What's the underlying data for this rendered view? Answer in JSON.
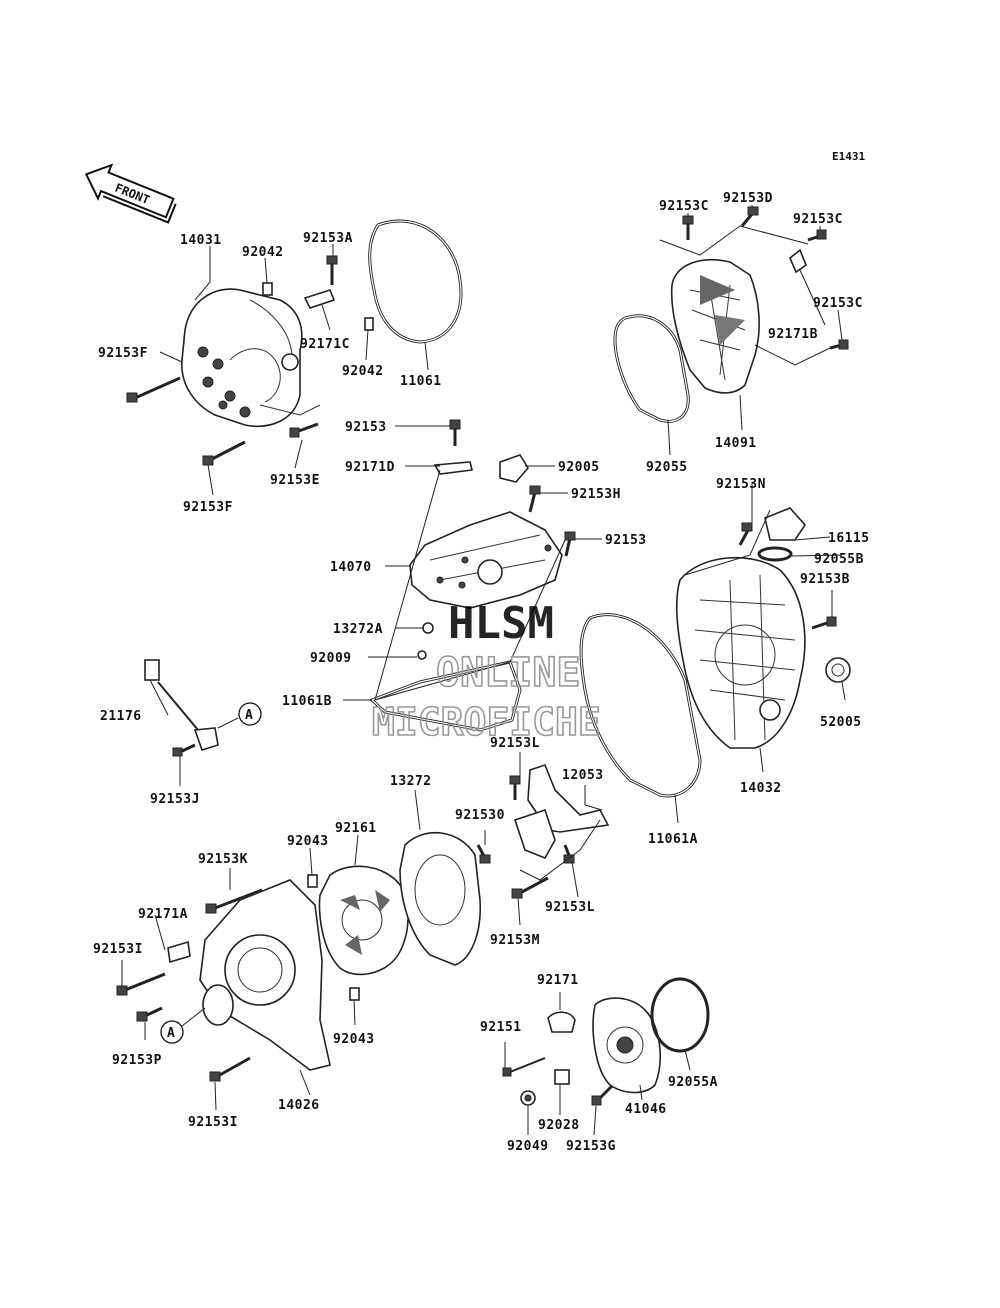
{
  "diagram": {
    "code": "E1431",
    "front_label": "FRONT",
    "watermark": {
      "line1": "HLSM",
      "line2": "ONLINE",
      "line3": "MICROFICHE"
    },
    "callout_marker": "A",
    "parts": [
      {
        "id": "p1",
        "label": "14031"
      },
      {
        "id": "p2",
        "label": "92042"
      },
      {
        "id": "p3",
        "label": "92153A"
      },
      {
        "id": "p4",
        "label": "92171C"
      },
      {
        "id": "p5",
        "label": "92042"
      },
      {
        "id": "p6",
        "label": "11061"
      },
      {
        "id": "p7",
        "label": "92153F"
      },
      {
        "id": "p8",
        "label": "92153E"
      },
      {
        "id": "p9",
        "label": "92153F"
      },
      {
        "id": "p10",
        "label": "92153C"
      },
      {
        "id": "p11",
        "label": "92153D"
      },
      {
        "id": "p12",
        "label": "92153C"
      },
      {
        "id": "p13",
        "label": "92153C"
      },
      {
        "id": "p14",
        "label": "92171B"
      },
      {
        "id": "p15",
        "label": "14091"
      },
      {
        "id": "p16",
        "label": "92055"
      },
      {
        "id": "p17",
        "label": "92153"
      },
      {
        "id": "p18",
        "label": "92171D"
      },
      {
        "id": "p19",
        "label": "92005"
      },
      {
        "id": "p20",
        "label": "92153H"
      },
      {
        "id": "p21",
        "label": "92153"
      },
      {
        "id": "p22",
        "label": "14070"
      },
      {
        "id": "p23",
        "label": "13272A"
      },
      {
        "id": "p24",
        "label": "92009"
      },
      {
        "id": "p25",
        "label": "11061B"
      },
      {
        "id": "p26",
        "label": "92153N"
      },
      {
        "id": "p27",
        "label": "16115"
      },
      {
        "id": "p28",
        "label": "92055B"
      },
      {
        "id": "p29",
        "label": "92153B"
      },
      {
        "id": "p30",
        "label": "52005"
      },
      {
        "id": "p31",
        "label": "14032"
      },
      {
        "id": "p32",
        "label": "21176"
      },
      {
        "id": "p33",
        "label": "92153J"
      },
      {
        "id": "p34",
        "label": "92153L"
      },
      {
        "id": "p35",
        "label": "12053"
      },
      {
        "id": "p36",
        "label": "11061A"
      },
      {
        "id": "p37",
        "label": "13272"
      },
      {
        "id": "p38",
        "label": "921530"
      },
      {
        "id": "p39",
        "label": "92161"
      },
      {
        "id": "p40",
        "label": "92043"
      },
      {
        "id": "p41",
        "label": "92153K"
      },
      {
        "id": "p42",
        "label": "92171A"
      },
      {
        "id": "p43",
        "label": "92153I"
      },
      {
        "id": "p44",
        "label": "92153P"
      },
      {
        "id": "p45",
        "label": "92043"
      },
      {
        "id": "p46",
        "label": "14026"
      },
      {
        "id": "p47",
        "label": "92153I"
      },
      {
        "id": "p48",
        "label": "92153L"
      },
      {
        "id": "p49",
        "label": "92153M"
      },
      {
        "id": "p50",
        "label": "92171"
      },
      {
        "id": "p51",
        "label": "92151"
      },
      {
        "id": "p52",
        "label": "92055A"
      },
      {
        "id": "p53",
        "label": "41046"
      },
      {
        "id": "p54",
        "label": "92028"
      },
      {
        "id": "p55",
        "label": "92049"
      },
      {
        "id": "p56",
        "label": "92153G"
      }
    ]
  }
}
